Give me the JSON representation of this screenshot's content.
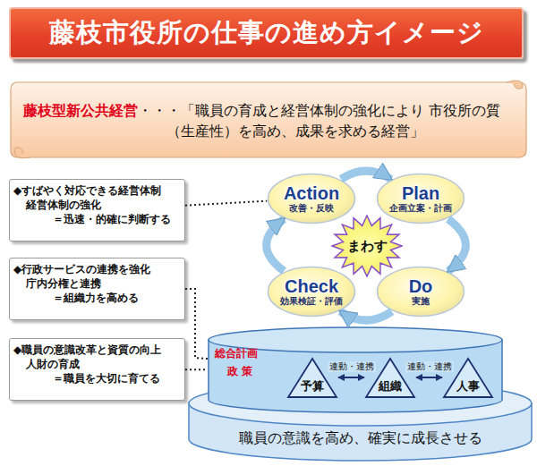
{
  "diagram": {
    "title": "藤枝市役所の仕事の進め方イメージ",
    "nodes": [
      {
        "text": [
          "藤枝型新公共経営",
          "・・・「職員の育成と経営体制の強化により 市役所の質（生産性）を高め、成果を求める経営」"
        ]
      },
      {
        "text": [
          "◆すばやく対応できる経営体制",
          "経営体制の強化",
          "＝迅速・的確に判断する"
        ]
      },
      {
        "text": [
          "◆行政サービスの連携を強化",
          "庁内分権と連携",
          "＝組織力を高める"
        ]
      },
      {
        "text": [
          "◆職員の意識改革と資質の向上",
          "人財の育成",
          "＝職員を大切に育てる"
        ]
      },
      {
        "text": [
          "Action",
          "改善・反映"
        ]
      },
      {
        "text": [
          "Plan",
          "企画立案・計画"
        ]
      },
      {
        "text": [
          "Do",
          "実施"
        ]
      },
      {
        "text": [
          "Check",
          "効果検証・評価"
        ]
      },
      {
        "text": [
          "まわす"
        ]
      },
      {
        "text": [
          "職員の意識を高め、確実に成長させる"
        ]
      },
      {
        "text": [
          "総合計画",
          "政 策"
        ]
      },
      {
        "text": [
          "予算"
        ],
        "in": 10
      },
      {
        "text": [
          "組織"
        ],
        "in": 10
      },
      {
        "text": [
          "人事"
        ],
        "in": 10
      }
    ],
    "edges": [
      {
        "from": 4,
        "to": 5,
        "arrow": "to"
      },
      {
        "from": 5,
        "to": 6,
        "arrow": "to"
      },
      {
        "from": 6,
        "to": 7,
        "arrow": "to"
      },
      {
        "from": 7,
        "to": 4,
        "arrow": "to"
      },
      {
        "from": 11,
        "to": 12,
        "label": "連動・連携",
        "arrow": "both"
      },
      {
        "from": 12,
        "to": 13,
        "label": "連動・連携",
        "arrow": "both"
      },
      {
        "from": 1,
        "to": 4,
        "arrow": "none"
      },
      {
        "from": 2,
        "to": 10,
        "arrow": "none"
      },
      {
        "from": 3,
        "to": 10,
        "arrow": "none"
      }
    ]
  }
}
